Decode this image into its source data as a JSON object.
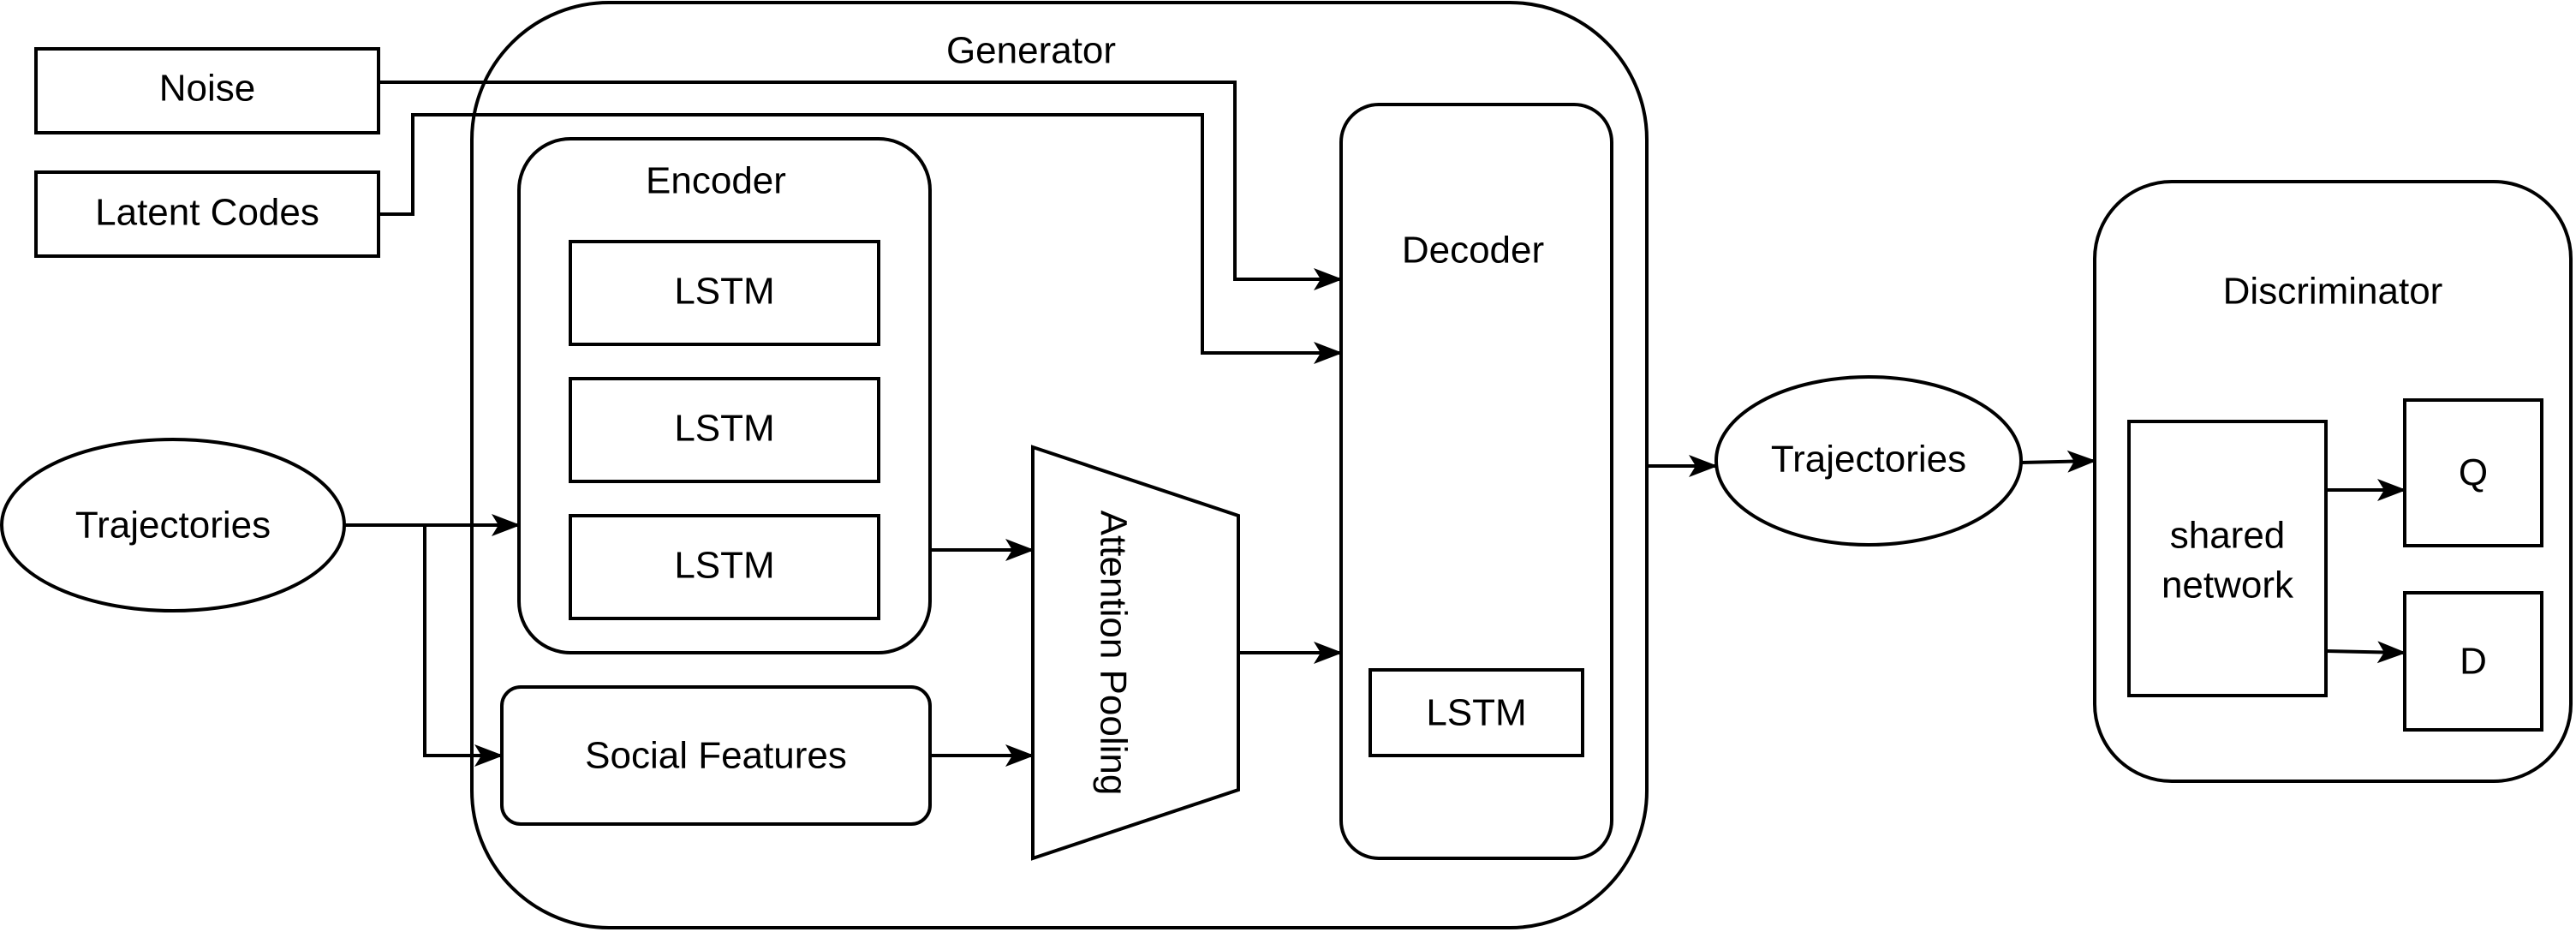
{
  "diagram": {
    "inputs": {
      "noise": "Noise",
      "latent_codes": "Latent Codes",
      "trajectories": "Trajectories"
    },
    "generator": {
      "title": "Generator",
      "encoder": {
        "title": "Encoder",
        "layers": [
          "LSTM",
          "LSTM",
          "LSTM"
        ]
      },
      "social_features": "Social Features",
      "attention_pooling": "Attention Pooling",
      "decoder": {
        "title": "Decoder",
        "layer": "LSTM"
      }
    },
    "generated_trajectories": "Trajectories",
    "discriminator": {
      "title": "Discriminator",
      "shared_network": [
        "shared",
        "network"
      ],
      "heads": [
        "Q",
        "D"
      ]
    }
  }
}
